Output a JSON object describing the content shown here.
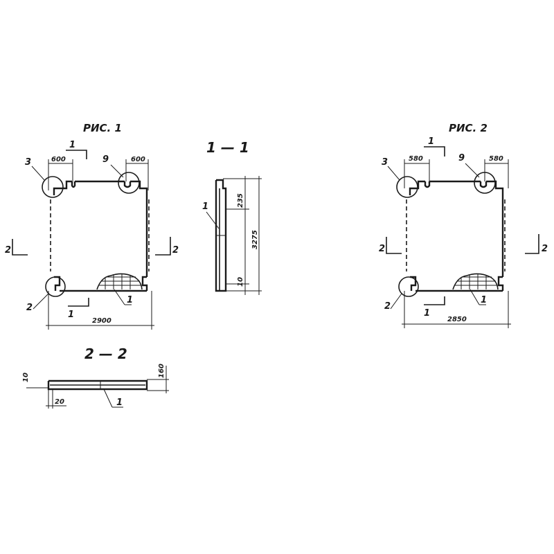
{
  "fig1": {
    "title": "РИС. 1",
    "dim_left_top": "600",
    "dim_right_top": "600",
    "dim_width": "2900",
    "callout_3": "3",
    "callout_9": "9",
    "callout_2": "2",
    "callout_1": "1",
    "section_1_top": "1",
    "section_1_bottom": "1",
    "section_2_left": "2",
    "section_2_right": "2"
  },
  "fig2": {
    "title": "РИС. 2",
    "dim_left_top": "580",
    "dim_right_top": "580",
    "dim_width": "2850",
    "callout_3": "3",
    "callout_9": "9",
    "callout_2": "2",
    "callout_1": "1",
    "section_1_top": "1",
    "section_1_bottom": "1",
    "section_2_left": "2",
    "section_2_right": "2"
  },
  "section_1_1": {
    "title": "1 — 1",
    "dim_top": "235",
    "dim_height": "3275",
    "dim_bottom": "10",
    "callout_1": "1"
  },
  "section_2_2": {
    "title": "2 — 2",
    "dim_left": "10",
    "dim_right": "160",
    "dim_bottom": "20",
    "callout_1": "1"
  }
}
